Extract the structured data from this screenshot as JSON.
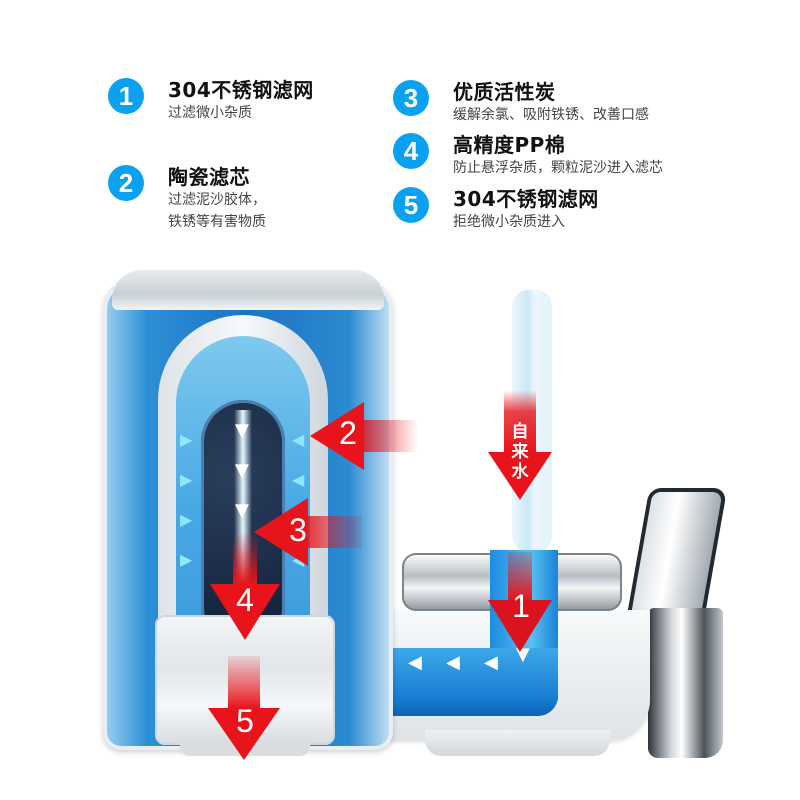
{
  "features": [
    {
      "number": "1",
      "title": "304不锈钢滤网",
      "desc": [
        "过滤微小杂质"
      ]
    },
    {
      "number": "2",
      "title": "陶瓷滤芯",
      "desc": [
        "过滤泥沙胶体，",
        "铁锈等有害物质"
      ]
    },
    {
      "number": "3",
      "title": "优质活性炭",
      "desc": [
        "缓解余氯、吸附铁锈、改善口感"
      ]
    },
    {
      "number": "4",
      "title": "高精度PP棉",
      "desc": [
        "防止悬浮杂质，颗粒泥沙进入滤芯"
      ]
    },
    {
      "number": "5",
      "title": "304不锈钢滤网",
      "desc": [
        "拒绝微小杂质进入"
      ]
    }
  ],
  "diagram": {
    "tap_water_label": [
      "自",
      "来",
      "水"
    ],
    "stage_labels": [
      "1",
      "2",
      "3",
      "4",
      "5"
    ],
    "flow_arrow_glyph": "◀",
    "inflow_arrow_glyph": "▶",
    "down_arrow_glyph": "▼"
  },
  "colors": {
    "badge": "#0ba1f1",
    "arrow_red": "#e8141b",
    "water_blue": "#1b74c4"
  }
}
